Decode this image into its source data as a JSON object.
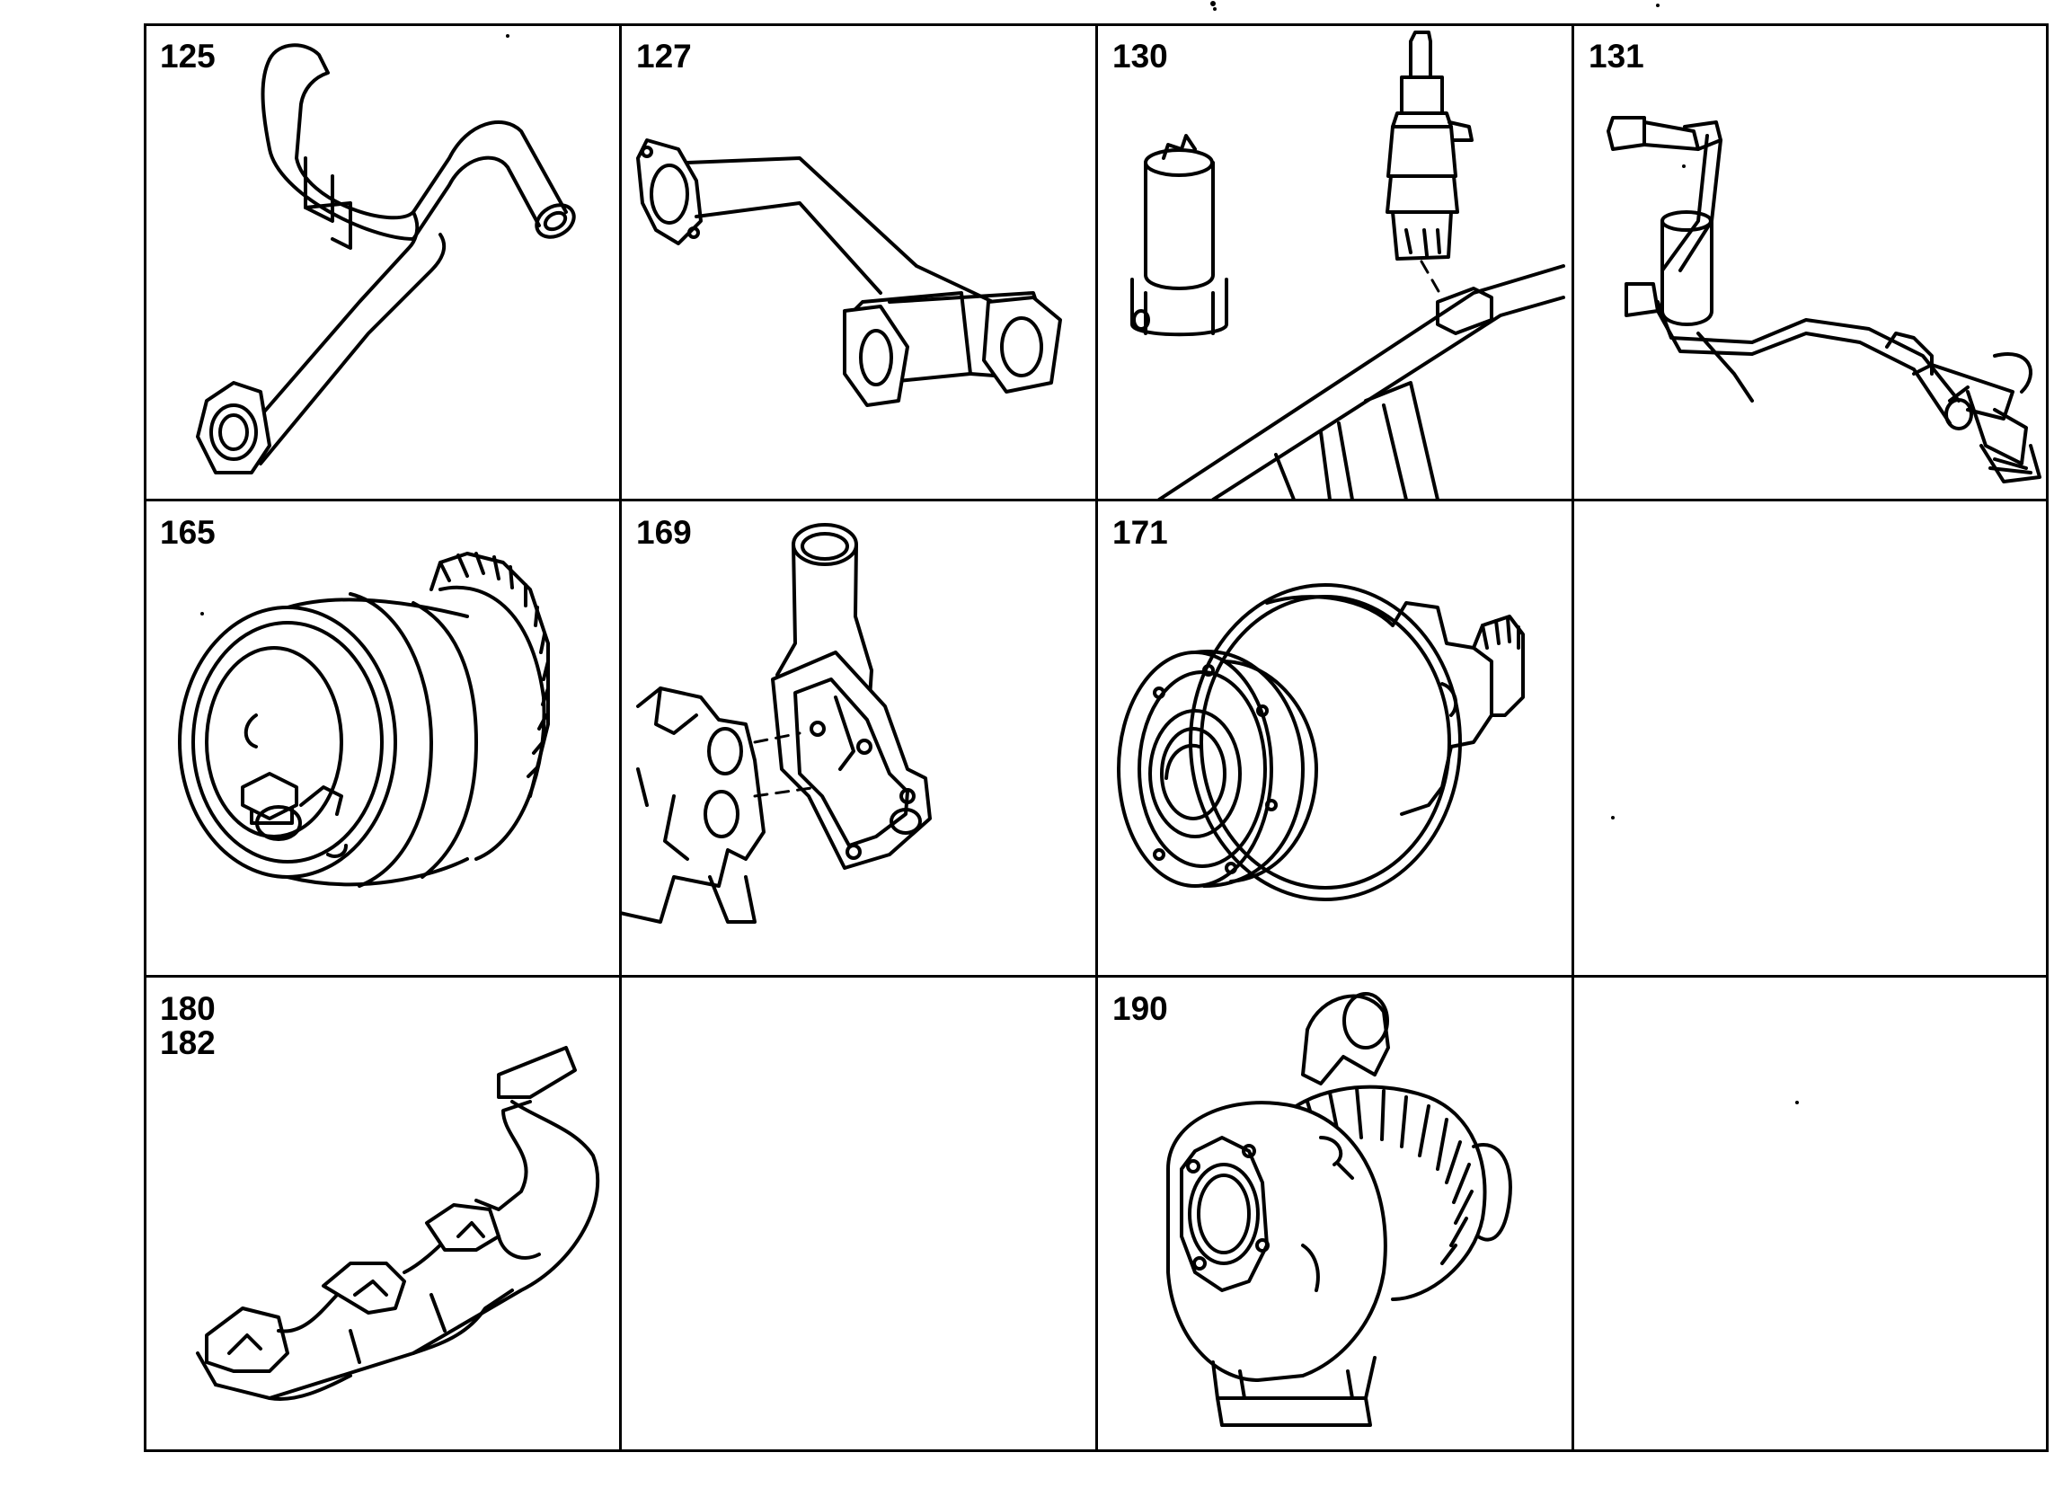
{
  "cells": [
    {
      "label": "125"
    },
    {
      "label": "127"
    },
    {
      "label": "130"
    },
    {
      "label": "131"
    },
    {
      "label": "165"
    },
    {
      "label": "169"
    },
    {
      "label": "171"
    },
    {
      "label": ""
    },
    {
      "label": "180\n182"
    },
    {
      "label": ""
    },
    {
      "label": "190"
    },
    {
      "label": ""
    }
  ]
}
